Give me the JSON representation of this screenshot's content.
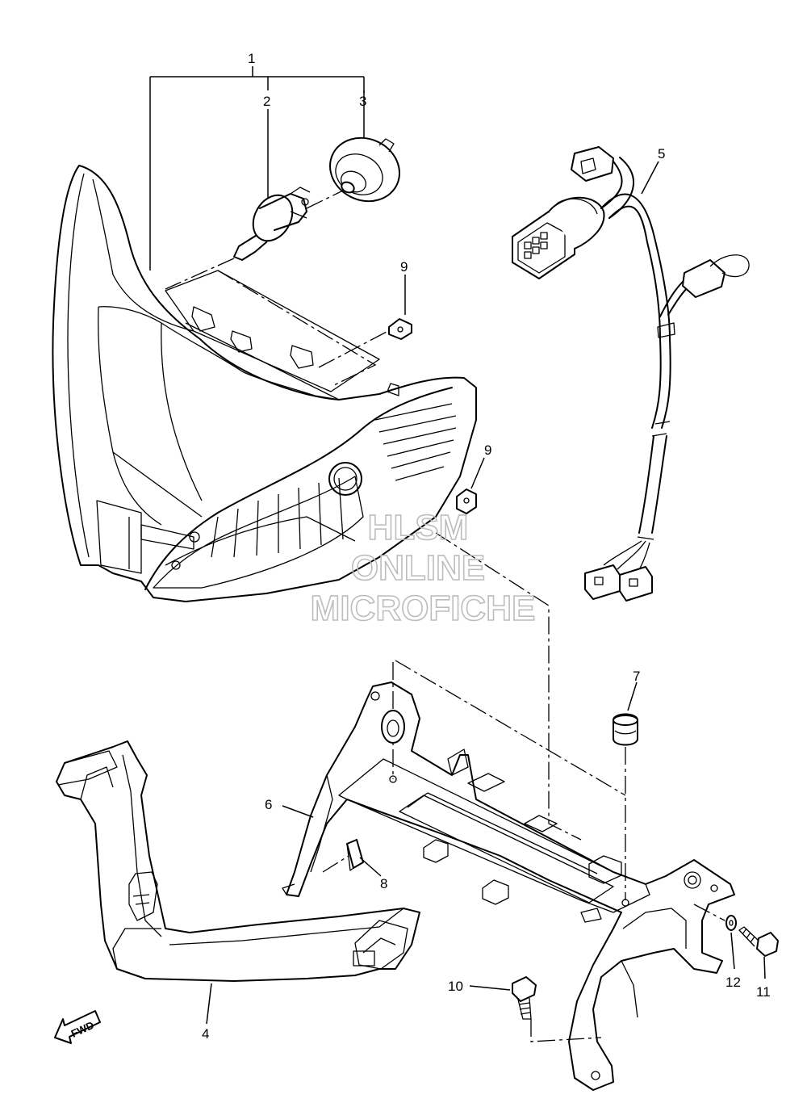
{
  "diagram": {
    "callouts": {
      "c1": "1",
      "c2": "2",
      "c3": "3",
      "c4": "4",
      "c5": "5",
      "c6": "6",
      "c7": "7",
      "c8": "8",
      "c9a": "9",
      "c9b": "9",
      "c10": "10",
      "c11": "11",
      "c12": "12"
    },
    "watermark": {
      "line1": "HLSM",
      "line2": "ONLINE",
      "line3": "MICROFICHE"
    },
    "direction_marker": "FWD"
  }
}
